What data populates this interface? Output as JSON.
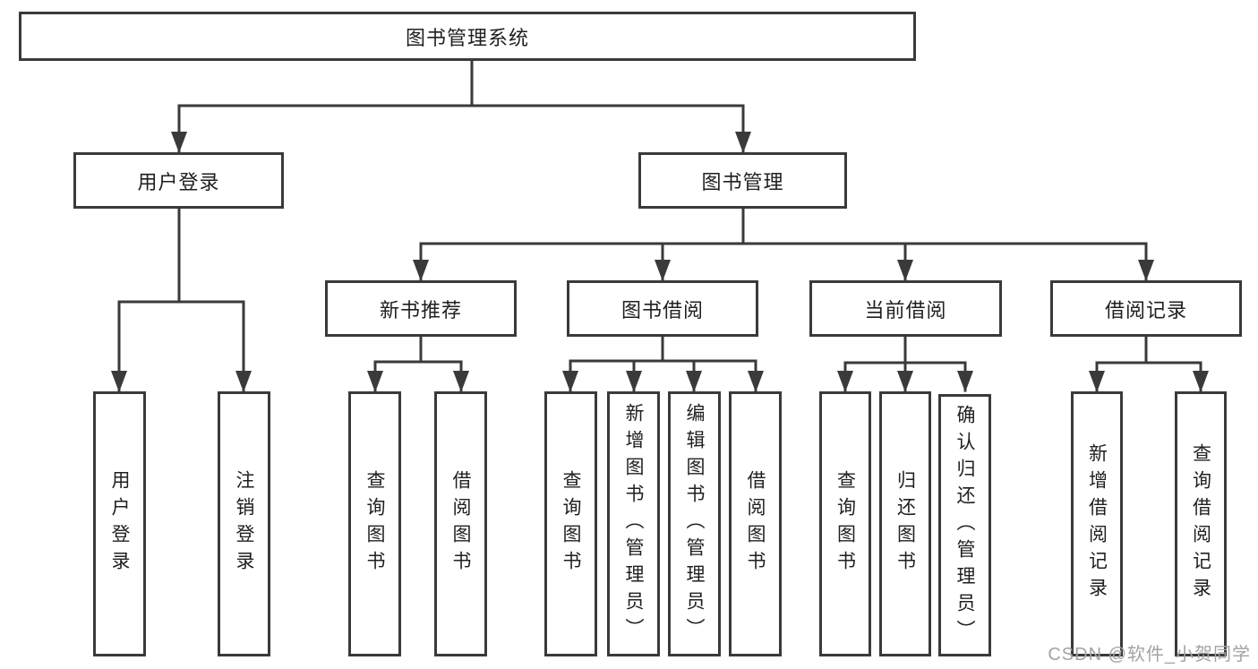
{
  "diagram": {
    "type": "hierarchy-tree",
    "root": {
      "label": "图书管理系统",
      "children": [
        {
          "label": "用户登录",
          "children": [
            {
              "label": "用户登录"
            },
            {
              "label": "注销登录"
            }
          ]
        },
        {
          "label": "图书管理",
          "children": [
            {
              "label": "新书推荐",
              "children": [
                {
                  "label": "查询图书"
                },
                {
                  "label": "借阅图书"
                }
              ]
            },
            {
              "label": "图书借阅",
              "children": [
                {
                  "label": "查询图书"
                },
                {
                  "label": "新增图书（管理员）"
                },
                {
                  "label": "编辑图书（管理员）"
                },
                {
                  "label": "借阅图书"
                }
              ]
            },
            {
              "label": "当前借阅",
              "children": [
                {
                  "label": "查询图书"
                },
                {
                  "label": "归还图书"
                },
                {
                  "label": "确认归还（管理员）"
                }
              ]
            },
            {
              "label": "借阅记录",
              "children": [
                {
                  "label": "新增借阅记录"
                },
                {
                  "label": "查询借阅记录"
                }
              ]
            }
          ]
        }
      ]
    }
  },
  "watermark": "CSDN @软件_小贺同学",
  "colors": {
    "line": "#3a3a3a",
    "box_border": "#3a3a3a",
    "text": "#1f1f1f",
    "watermark": "#a3a3a3",
    "background": "#ffffff"
  }
}
